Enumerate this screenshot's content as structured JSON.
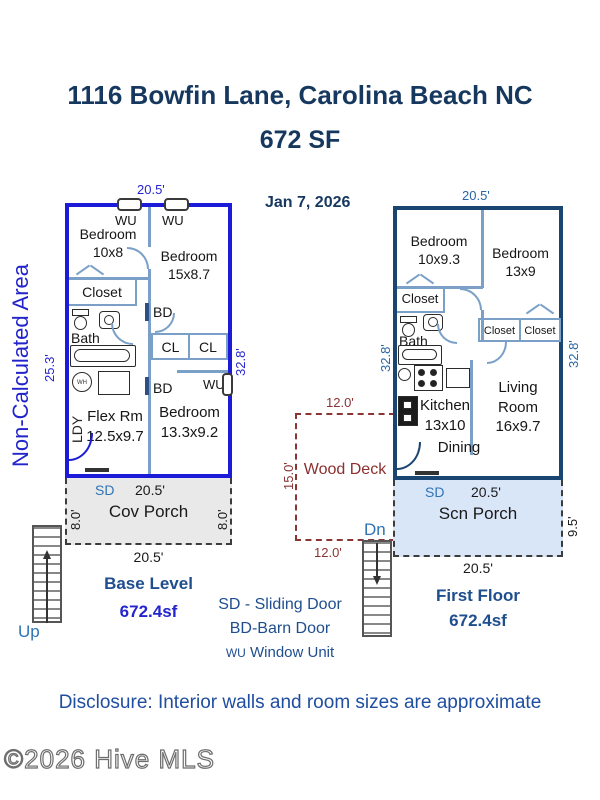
{
  "title": "1116 Bowfin Lane, Carolina Beach NC",
  "subtitle": "672 SF",
  "date": "Jan 7, 2026",
  "side_note": "Non-Calculated Area",
  "disclosure": "Disclosure: Interior walls and room sizes are approximate",
  "watermark": "©2026 Hive MLS",
  "colors": {
    "left_plan_wall": "#1c1cd8",
    "right_plan_wall": "#1a4570",
    "interior_wall": "#7aa0c8",
    "bright_blue_text": "#2525cf",
    "steel_blue_text": "#1f4e8f",
    "label_blue": "#2e74b5",
    "deck_red": "#8b3434",
    "cov_porch_fill": "#e9e9e9",
    "scn_porch_fill": "#d9e6f8"
  },
  "legend": {
    "sliding_door": "SD - Sliding Door",
    "barn_door": "BD-Barn Door",
    "window_unit_abbr": "WU",
    "window_unit_text": "Window Unit"
  },
  "left_plan": {
    "dim_top": "20.5'",
    "dim_left": "25.3'",
    "dim_right": "32.8'",
    "wu1": "WU",
    "wu2": "WU",
    "wu3": "WU",
    "bedroom1": {
      "name": "Bedroom",
      "size": "10x8"
    },
    "bedroom2": {
      "name": "Bedroom",
      "size": "15x8.7"
    },
    "closet": "Closet",
    "bath": "Bath",
    "water_heater": "WH",
    "laundry": "LDY",
    "bd1": "BD",
    "bd2": "BD",
    "cl1": "CL",
    "cl2": "CL",
    "flex": {
      "name": "Flex Rm",
      "size": "12.5x9.7"
    },
    "bedroom3": {
      "name": "Bedroom",
      "size": "13.3x9.2"
    },
    "sd": "SD",
    "dim_inner": "20.5'",
    "porch": "Cov Porch",
    "porch_dim_left": "8.0'",
    "porch_dim_right": "8.0'",
    "dim_bottom": "20.5'",
    "level": "Base Level",
    "area": "672.4sf",
    "stairs": "Up"
  },
  "right_plan": {
    "dim_top": "20.5'",
    "dim_left": "32.8'",
    "dim_right": "32.8'",
    "bedroom1": {
      "name": "Bedroom",
      "size": "10x9.3"
    },
    "bedroom2": {
      "name": "Bedroom",
      "size": "13x9"
    },
    "closet": "Closet",
    "bath": "Bath",
    "kitchen": {
      "name": "Kitchen",
      "size": "13x10"
    },
    "closet2": "Closet",
    "closet3": "Closet",
    "living": {
      "name": "Living Room",
      "size": "16x9.7"
    },
    "dining": "Dining",
    "sd": "SD",
    "dim_inner": "20.5'",
    "porch": "Scn Porch",
    "porch_dim_right": "9.5'",
    "dim_bottom": "20.5'",
    "level": "First Floor",
    "area": "672.4sf"
  },
  "deck": {
    "name": "Wood Deck",
    "dim_top": "12.0'",
    "dim_left": "15.0'",
    "dim_bottom": "12.0'",
    "stairs": "Dn"
  }
}
